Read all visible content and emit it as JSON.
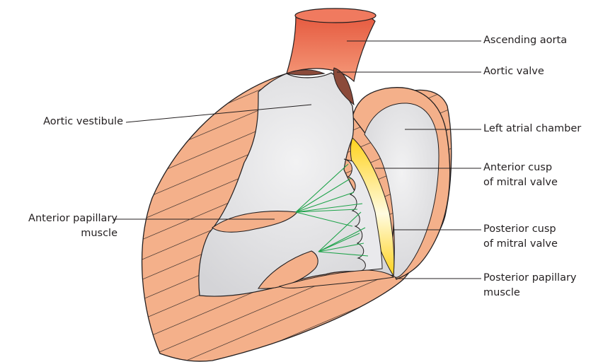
{
  "labels": {
    "ascending_aorta": "Ascending aorta",
    "aortic_valve": "Aortic valve",
    "aortic_vestibule": "Aortic vestibule",
    "left_atrial_chamber": "Left atrial chamber",
    "anterior_cusp_line1": "Anterior cusp",
    "anterior_cusp_line2": "of mitral valve",
    "anterior_papillary_line1": "Anterior papillary",
    "anterior_papillary_line2": "muscle",
    "posterior_cusp_line1": "Posterior cusp",
    "posterior_cusp_line2": "of mitral valve",
    "posterior_papillary_line1": "Posterior papillary",
    "posterior_papillary_line2": "muscle"
  },
  "colors": {
    "muscle_wall": "#f4b08a",
    "aorta": "#ee6b4f",
    "aortic_valve": "#8b4a3a",
    "chamber": "#dedee0",
    "mitral_cusp": "#ffd21c",
    "chordae": "#1ea34a",
    "leader_line": "#231f20"
  }
}
